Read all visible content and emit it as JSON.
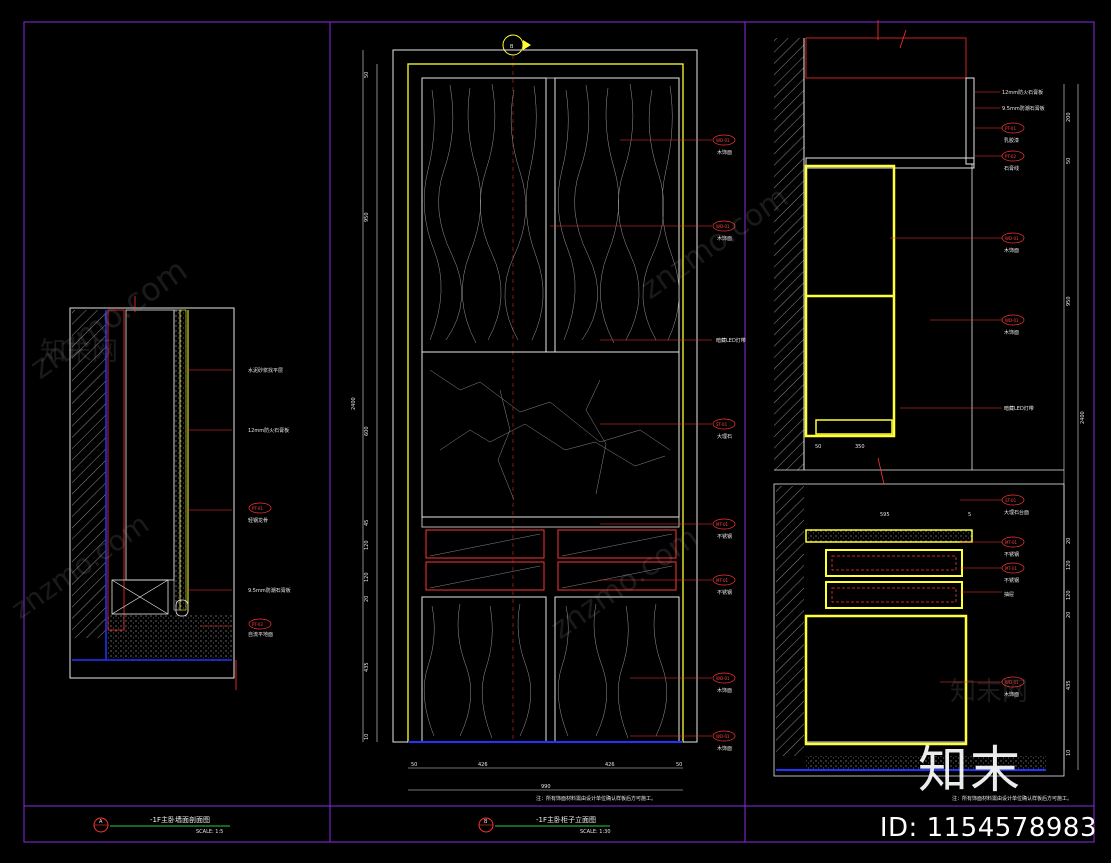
{
  "drawing": {
    "colors": {
      "background": "#000000",
      "frame": "#8a2be2",
      "outline": "#e6e6e6",
      "highlight": "#ffff33",
      "dim": "#ff3333",
      "floor": "#1e2bff",
      "grain": "#bdbdbd"
    },
    "left_view": {
      "labels": [
        "水泥砂浆找平层",
        "12mm防火石膏板",
        "轻钢龙骨",
        "9.5mm防潮石膏板",
        "自流平地面"
      ],
      "tags": [
        "PT-01",
        "PT-02"
      ],
      "badge": "A",
      "title": "-1F主卧墙面剖面图",
      "scale": "SCALE: 1:5"
    },
    "center_view": {
      "top_marker": "B",
      "left_dims": [
        "50",
        "950",
        "600",
        "45",
        "120",
        "120",
        "20",
        "435",
        "10"
      ],
      "overall_dim": "2400",
      "bottom_dims": [
        "50",
        "426",
        "426",
        "50"
      ],
      "bottom_total": "990",
      "labels": [
        "木饰面",
        "木饰面",
        "暗藏LED灯带",
        "大理石",
        "不锈钢",
        "不锈钢",
        "木饰面",
        "木饰面"
      ],
      "tags": [
        "WD-01",
        "WD-01",
        "ST-01",
        "MT-01",
        "MT-01",
        "WD-01",
        "WD-01"
      ],
      "note": "注：所有饰面材料需由设计单位确认样板后方可施工。",
      "badge": "B",
      "title": "-1F主卧柜子立面图",
      "scale": "SCALE: 1:30"
    },
    "right_view": {
      "top_labels": [
        "12mm防火石膏板",
        "9.5mm防潮石膏板",
        "乳胶漆",
        "石膏线"
      ],
      "mid_labels": [
        "木饰面",
        "木饰面",
        "暗藏LED灯带"
      ],
      "mid_dims": [
        "50",
        "350"
      ],
      "right_dims": [
        "200",
        "50",
        "950",
        "2400"
      ],
      "lower_labels": [
        "大理石台面",
        "不锈钢",
        "不锈钢",
        "抽屉",
        "木饰面"
      ],
      "lower_dims": [
        "595",
        "5",
        "20",
        "120",
        "120",
        "20",
        "435",
        "10"
      ],
      "tags": [
        "PT-01",
        "PT-02",
        "WD-01",
        "WD-01",
        "ST-01",
        "MT-01",
        "MT-01",
        "WD-01"
      ],
      "note": "注：所有饰面材料需由设计单位确认样板后方可施工。"
    },
    "watermark": "znzmo.com",
    "watermark_cn": "知末网",
    "logo_text": "知末",
    "id_label": "ID: 1154578983"
  }
}
